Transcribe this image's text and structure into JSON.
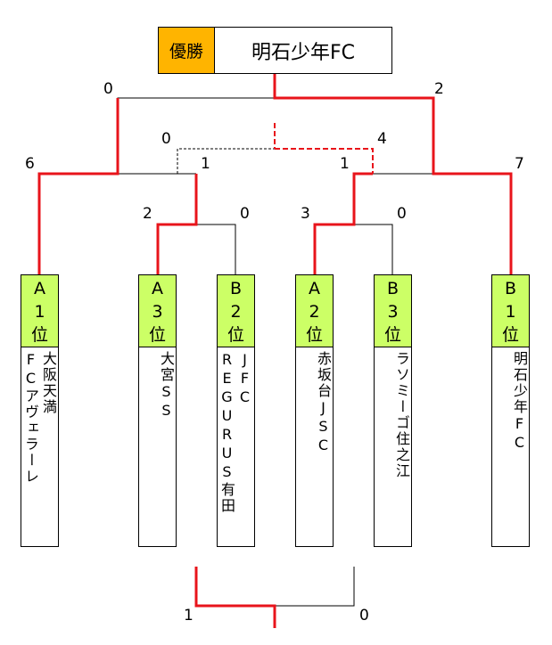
{
  "champion": {
    "label": "優勝",
    "team": "明石少年FC"
  },
  "scores": {
    "final_left": "0",
    "final_right": "2",
    "semi_left_top": "0",
    "semi_left_bottom": "1",
    "semi_right_top": "4",
    "semi_right_bottom": "1",
    "qf_a1": "6",
    "qf_b1": "7",
    "r1_a3": "2",
    "r1_b2": "0",
    "r1_a2": "3",
    "r1_b3": "0",
    "third_left": "1",
    "third_right": "0"
  },
  "teams": [
    {
      "rank": [
        "A",
        "1",
        "位"
      ],
      "name": "大阪天満\nFCアヴェラーレ"
    },
    {
      "rank": [
        "A",
        "3",
        "位"
      ],
      "name": "大宮SS"
    },
    {
      "rank": [
        "B",
        "2",
        "位"
      ],
      "name": "JFC\nREGURUS有田"
    },
    {
      "rank": [
        "A",
        "2",
        "位"
      ],
      "name": "赤坂台JSC"
    },
    {
      "rank": [
        "B",
        "3",
        "位"
      ],
      "name": "ラソミーゴ住之江"
    },
    {
      "rank": [
        "B",
        "1",
        "位"
      ],
      "name": "明石少年FC"
    }
  ],
  "colors": {
    "winner_line": "#e8141b",
    "loser_line": "#000000",
    "champion_bg": "#ffb400",
    "rank_bg": "#ccff66"
  }
}
